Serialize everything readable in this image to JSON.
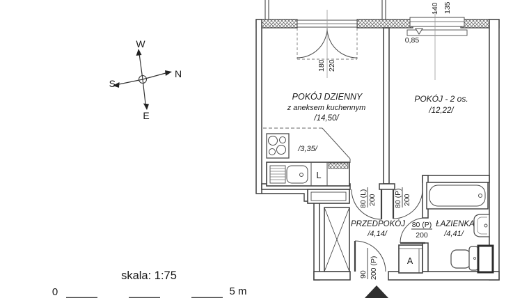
{
  "compass": {
    "w": "W",
    "n": "N",
    "e": "E",
    "s": "S"
  },
  "rooms": {
    "living": {
      "name": "POKÓJ DZIENNY",
      "note": "z aneksem kuchennym",
      "area": "/14,50/"
    },
    "kitchen": {
      "area": "/3,35/",
      "fridge_label": "L"
    },
    "bedroom": {
      "name": "POKÓJ - 2 os.",
      "area": "/12,22/"
    },
    "hall": {
      "name": "PRZEDPOKÓJ",
      "area": "/4,14/"
    },
    "bathroom": {
      "name": "ŁAZIENKA",
      "area": "/4,41/",
      "appliance_label": "A"
    }
  },
  "openings": {
    "balcony_door": {
      "width": "180",
      "height": "220"
    },
    "bedroom_window": {
      "width": "140",
      "height": "135",
      "sill_height": "0,85"
    },
    "living_door": {
      "size": "80 (L)",
      "height": "200"
    },
    "bedroom_door": {
      "size": "80 (P)",
      "height": "200"
    },
    "bathroom_door": {
      "size": "80 (P)",
      "height": "200"
    },
    "entry_door": {
      "size": "90",
      "height": "200 (P)"
    }
  },
  "scale": {
    "label": "skala: 1:75",
    "bar_start": "0",
    "bar_end": "5 m"
  },
  "colors": {
    "line": "#3f3f3f",
    "text": "#1a1a1a",
    "background": "#ffffff"
  }
}
